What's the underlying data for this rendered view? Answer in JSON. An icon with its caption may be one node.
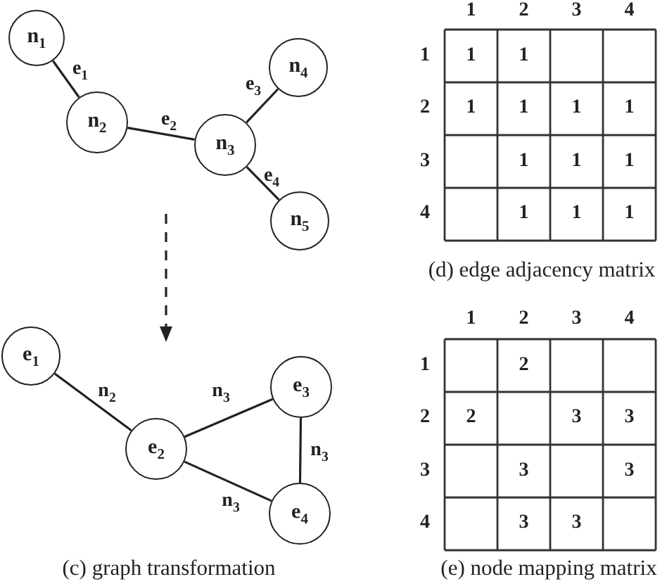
{
  "diagram": {
    "nodes": [
      {
        "text": [
          "n$_{1}$"
        ]
      },
      {
        "text": [
          "n$_{2}$"
        ]
      },
      {
        "text": [
          "n$_{3}$"
        ]
      },
      {
        "text": [
          "n$_{4}$"
        ]
      },
      {
        "text": [
          "n$_{5}$"
        ]
      },
      {
        "text": [
          "e$_{1}$"
        ]
      },
      {
        "text": [
          "e$_{2}$"
        ]
      },
      {
        "text": [
          "e$_{3}$"
        ]
      },
      {
        "text": [
          "e$_{4}$"
        ]
      }
    ],
    "edges": [
      {
        "from": 0,
        "to": 1,
        "arrow": "none",
        "label": "e$_{1}$"
      },
      {
        "from": 1,
        "to": 2,
        "arrow": "none",
        "label": "e$_{2}$"
      },
      {
        "from": 2,
        "to": 3,
        "arrow": "none",
        "label": "e$_{3}$"
      },
      {
        "from": 2,
        "to": 4,
        "arrow": "none",
        "label": "e$_{4}$"
      },
      {
        "from": 5,
        "to": 6,
        "arrow": "none",
        "label": "n$_{2}$"
      },
      {
        "from": 6,
        "to": 7,
        "arrow": "none",
        "label": "n$_{3}$"
      },
      {
        "from": 7,
        "to": 8,
        "arrow": "none",
        "label": "n$_{3}$"
      },
      {
        "from": 6,
        "to": 8,
        "arrow": "none",
        "label": "n$_{3}$"
      }
    ],
    "labels": [
      "1",
      "2",
      "3",
      "4",
      "1",
      "1",
      "1",
      "2",
      "1",
      "1",
      "1",
      "1",
      "3",
      "1",
      "1",
      "1",
      "4",
      "1",
      "1",
      "1",
      "(d) edge adjacency matrix",
      "1",
      "2",
      "3",
      "4",
      "1",
      "2",
      "2",
      "2",
      "3",
      "3",
      "3",
      "3",
      "3",
      "4",
      "3",
      "3",
      "(c) graph transformation",
      "(e) node mapping matrix"
    ]
  }
}
